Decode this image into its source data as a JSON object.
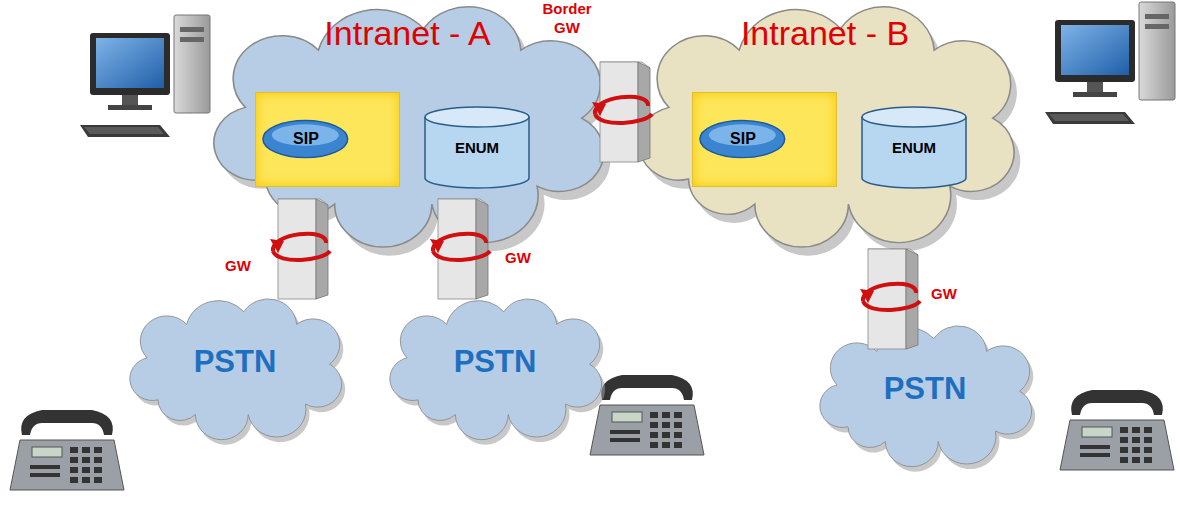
{
  "diagram": {
    "nodes": [
      {
        "text": [
          "Intranet - A"
        ]
      },
      {
        "text": [
          "SIP"
        ],
        "in": 0
      },
      {
        "text": [
          "ENUM"
        ],
        "in": 0
      },
      {
        "text": [
          "Intranet - B"
        ]
      },
      {
        "text": [
          "SIP"
        ],
        "in": 3
      },
      {
        "text": [
          "ENUM"
        ],
        "in": 3
      },
      {
        "text": [
          "Border GW"
        ]
      },
      {
        "text": [
          "GW"
        ]
      },
      {
        "text": [
          "GW"
        ]
      },
      {
        "text": [
          "GW"
        ]
      },
      {
        "text": [
          "PSTN"
        ]
      },
      {
        "text": [
          "PSTN"
        ]
      },
      {
        "text": [
          "PSTN"
        ]
      }
    ]
  }
}
